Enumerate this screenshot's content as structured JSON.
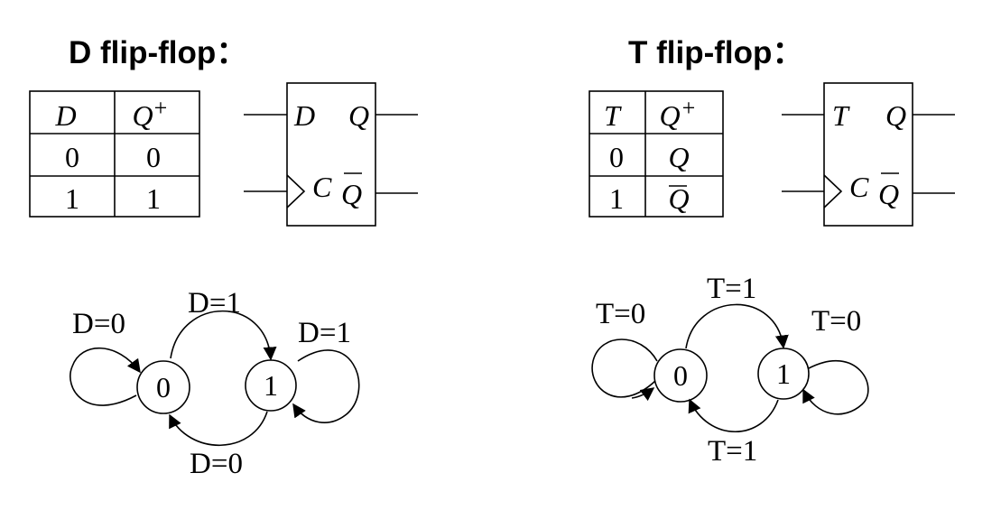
{
  "d_flipflop": {
    "title": "D flip-flop：",
    "table": {
      "headers": [
        "D",
        "Q",
        "+"
      ],
      "rows": [
        [
          "0",
          "0"
        ],
        [
          "1",
          "1"
        ]
      ]
    },
    "block": {
      "in": "D",
      "out": "Q",
      "clk": "C",
      "out_bar": "Q"
    },
    "states": [
      "0",
      "1"
    ],
    "transitions": {
      "self_0": "D=0",
      "forward": "D=1",
      "self_1": "D=1",
      "back": "D=0"
    }
  },
  "t_flipflop": {
    "title": "T flip-flop：",
    "table": {
      "headers": [
        "T",
        "Q",
        "+"
      ],
      "rows": [
        [
          "0",
          "Q"
        ],
        [
          "1",
          "Q"
        ]
      ]
    },
    "block": {
      "in": "T",
      "out": "Q",
      "clk": "C",
      "out_bar": "Q"
    },
    "states": [
      "0",
      "1"
    ],
    "transitions": {
      "self_0": "T=0",
      "forward": "T=1",
      "self_1": "T=0",
      "back": "T=1"
    }
  }
}
